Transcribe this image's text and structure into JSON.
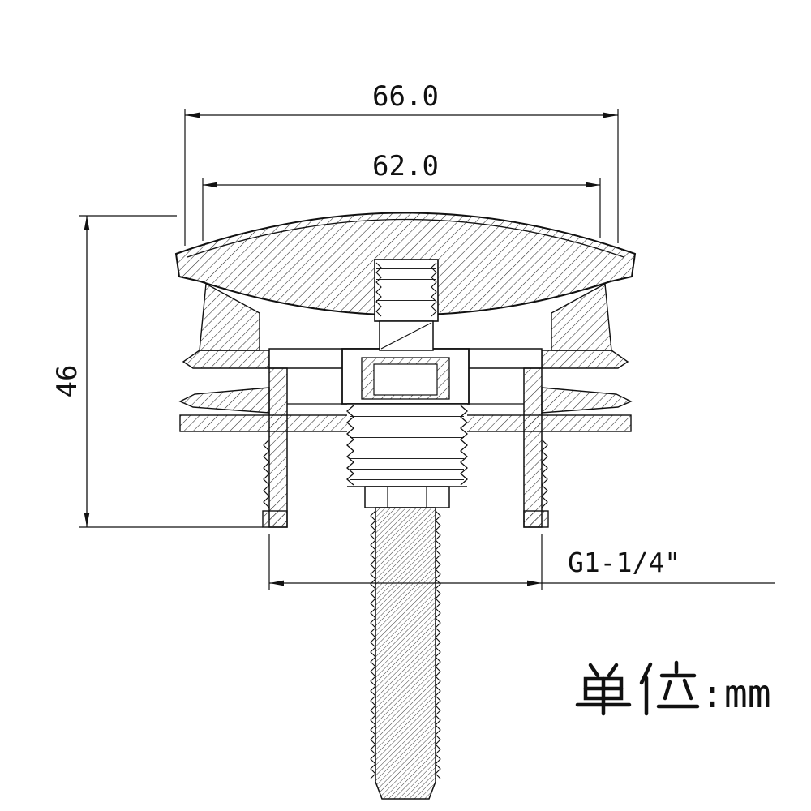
{
  "drawing": {
    "dim_outer": "66.0",
    "dim_inner": "62.0",
    "dim_height": "46",
    "thread_spec": "G1-1/4\"",
    "unit_label": "单位:mm",
    "unit_suffix": ":mm"
  },
  "colors": {
    "line_color": "#111111",
    "background": "#ffffff"
  }
}
